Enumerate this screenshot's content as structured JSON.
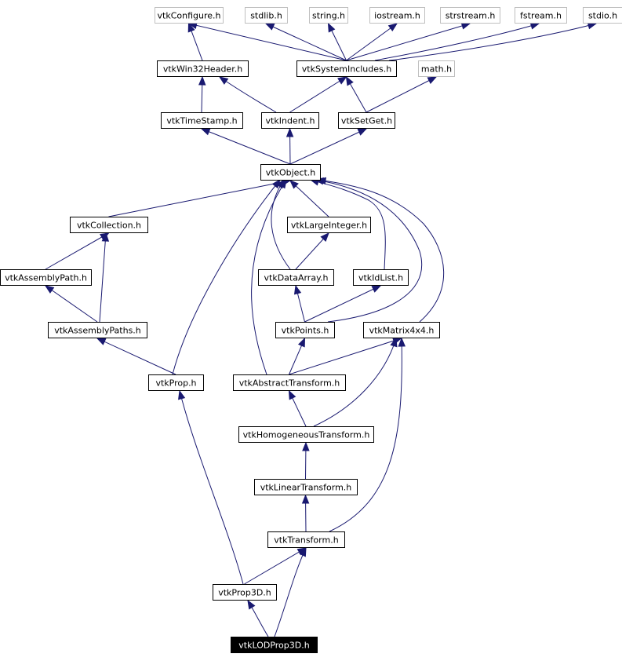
{
  "diagram": {
    "nodes": [
      {
        "id": "vtkConfigure",
        "label": "vtkConfigure.h",
        "style": "external"
      },
      {
        "id": "stdlib",
        "label": "stdlib.h",
        "style": "external"
      },
      {
        "id": "string",
        "label": "string.h",
        "style": "external"
      },
      {
        "id": "iostream",
        "label": "iostream.h",
        "style": "external"
      },
      {
        "id": "strstream",
        "label": "strstream.h",
        "style": "external"
      },
      {
        "id": "fstream",
        "label": "fstream.h",
        "style": "external"
      },
      {
        "id": "stdio",
        "label": "stdio.h",
        "style": "external"
      },
      {
        "id": "vtkWin32Header",
        "label": "vtkWin32Header.h",
        "style": "normal"
      },
      {
        "id": "vtkSystemIncludes",
        "label": "vtkSystemIncludes.h",
        "style": "normal"
      },
      {
        "id": "math",
        "label": "math.h",
        "style": "external"
      },
      {
        "id": "vtkTimeStamp",
        "label": "vtkTimeStamp.h",
        "style": "normal"
      },
      {
        "id": "vtkIndent",
        "label": "vtkIndent.h",
        "style": "normal"
      },
      {
        "id": "vtkSetGet",
        "label": "vtkSetGet.h",
        "style": "normal"
      },
      {
        "id": "vtkObject",
        "label": "vtkObject.h",
        "style": "normal"
      },
      {
        "id": "vtkCollection",
        "label": "vtkCollection.h",
        "style": "normal"
      },
      {
        "id": "vtkLargeInteger",
        "label": "vtkLargeInteger.h",
        "style": "normal"
      },
      {
        "id": "vtkAssemblyPath",
        "label": "vtkAssemblyPath.h",
        "style": "normal"
      },
      {
        "id": "vtkDataArray",
        "label": "vtkDataArray.h",
        "style": "normal"
      },
      {
        "id": "vtkIdList",
        "label": "vtkIdList.h",
        "style": "normal"
      },
      {
        "id": "vtkAssemblyPaths",
        "label": "vtkAssemblyPaths.h",
        "style": "normal"
      },
      {
        "id": "vtkPoints",
        "label": "vtkPoints.h",
        "style": "normal"
      },
      {
        "id": "vtkMatrix4x4",
        "label": "vtkMatrix4x4.h",
        "style": "normal"
      },
      {
        "id": "vtkProp",
        "label": "vtkProp.h",
        "style": "normal"
      },
      {
        "id": "vtkAbstractTransform",
        "label": "vtkAbstractTransform.h",
        "style": "normal"
      },
      {
        "id": "vtkHomogeneousTransform",
        "label": "vtkHomogeneousTransform.h",
        "style": "normal"
      },
      {
        "id": "vtkLinearTransform",
        "label": "vtkLinearTransform.h",
        "style": "normal"
      },
      {
        "id": "vtkTransform",
        "label": "vtkTransform.h",
        "style": "normal"
      },
      {
        "id": "vtkProp3D",
        "label": "vtkProp3D.h",
        "style": "normal"
      },
      {
        "id": "vtkLODProp3D",
        "label": "vtkLODProp3D.h",
        "style": "current"
      }
    ],
    "edges": [
      {
        "from": "vtkWin32Header",
        "to": "vtkConfigure"
      },
      {
        "from": "vtkSystemIncludes",
        "to": "vtkConfigure"
      },
      {
        "from": "vtkSystemIncludes",
        "to": "stdlib"
      },
      {
        "from": "vtkSystemIncludes",
        "to": "string"
      },
      {
        "from": "vtkSystemIncludes",
        "to": "iostream"
      },
      {
        "from": "vtkSystemIncludes",
        "to": "strstream"
      },
      {
        "from": "vtkSystemIncludes",
        "to": "fstream"
      },
      {
        "from": "vtkSystemIncludes",
        "to": "stdio"
      },
      {
        "from": "vtkTimeStamp",
        "to": "vtkWin32Header"
      },
      {
        "from": "vtkIndent",
        "to": "vtkWin32Header"
      },
      {
        "from": "vtkIndent",
        "to": "vtkSystemIncludes"
      },
      {
        "from": "vtkSetGet",
        "to": "vtkSystemIncludes"
      },
      {
        "from": "vtkSetGet",
        "to": "math"
      },
      {
        "from": "vtkObject",
        "to": "vtkTimeStamp"
      },
      {
        "from": "vtkObject",
        "to": "vtkIndent"
      },
      {
        "from": "vtkObject",
        "to": "vtkSetGet"
      },
      {
        "from": "vtkCollection",
        "to": "vtkObject"
      },
      {
        "from": "vtkLargeInteger",
        "to": "vtkObject"
      },
      {
        "from": "vtkDataArray",
        "to": "vtkObject"
      },
      {
        "from": "vtkDataArray",
        "to": "vtkLargeInteger"
      },
      {
        "from": "vtkIdList",
        "to": "vtkObject"
      },
      {
        "from": "vtkPoints",
        "to": "vtkObject"
      },
      {
        "from": "vtkPoints",
        "to": "vtkDataArray"
      },
      {
        "from": "vtkPoints",
        "to": "vtkIdList"
      },
      {
        "from": "vtkMatrix4x4",
        "to": "vtkObject"
      },
      {
        "from": "vtkProp",
        "to": "vtkObject"
      },
      {
        "from": "vtkProp",
        "to": "vtkAssemblyPaths"
      },
      {
        "from": "vtkAssemblyPath",
        "to": "vtkCollection"
      },
      {
        "from": "vtkAssemblyPaths",
        "to": "vtkCollection"
      },
      {
        "from": "vtkAssemblyPaths",
        "to": "vtkAssemblyPath"
      },
      {
        "from": "vtkAbstractTransform",
        "to": "vtkObject"
      },
      {
        "from": "vtkAbstractTransform",
        "to": "vtkPoints"
      },
      {
        "from": "vtkAbstractTransform",
        "to": "vtkMatrix4x4"
      },
      {
        "from": "vtkHomogeneousTransform",
        "to": "vtkAbstractTransform"
      },
      {
        "from": "vtkHomogeneousTransform",
        "to": "vtkMatrix4x4"
      },
      {
        "from": "vtkLinearTransform",
        "to": "vtkHomogeneousTransform"
      },
      {
        "from": "vtkTransform",
        "to": "vtkLinearTransform"
      },
      {
        "from": "vtkTransform",
        "to": "vtkMatrix4x4"
      },
      {
        "from": "vtkProp3D",
        "to": "vtkProp"
      },
      {
        "from": "vtkProp3D",
        "to": "vtkTransform"
      },
      {
        "from": "vtkLODProp3D",
        "to": "vtkProp3D"
      },
      {
        "from": "vtkLODProp3D",
        "to": "vtkTransform"
      }
    ]
  }
}
